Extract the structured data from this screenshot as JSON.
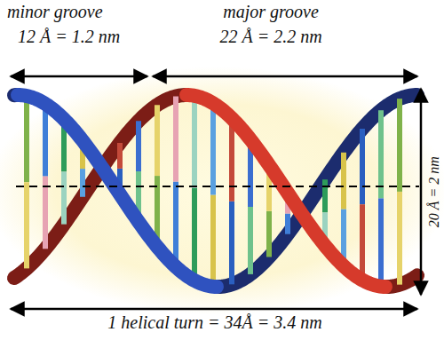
{
  "diagram": {
    "labels": [
      "minor groove",
      "12 Å = 1.2 nm",
      "major groove",
      "22 Å = 2.2 nm",
      "20 Å = 2 nm",
      "1 helical turn = 34Å = 3.4 nm"
    ]
  }
}
